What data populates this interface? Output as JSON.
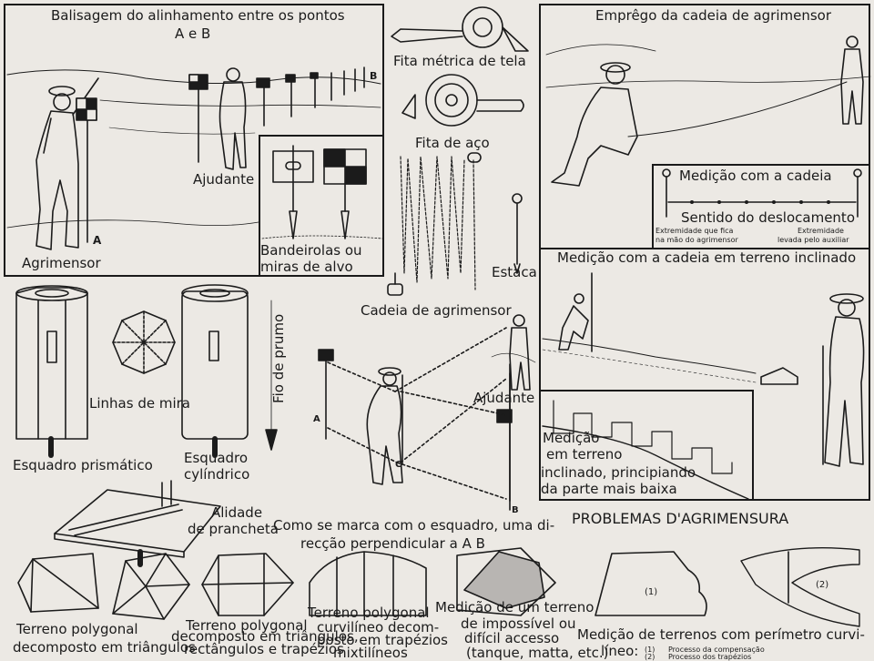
{
  "panel_balisagem": {
    "title_line1": "Balisagem do alinhamento entre os pontos",
    "title_line2": "A e B",
    "label_agrimensor": "Agrimensor",
    "label_ajudante": "Ajudante",
    "label_point_a": "A",
    "label_point_b": "B",
    "label_bandeirolas_1": "Bandeirolas ou",
    "label_bandeirolas_2": "miras de alvo"
  },
  "panel_fitas": {
    "label_fita_metrica": "Fita métrica de tela",
    "label_fita_aco": "Fita de aço",
    "label_estaca": "Estaca",
    "label_cadeia": "Cadeia de agrimensor"
  },
  "panel_cadeia": {
    "title": "Emprêgo da cadeia de agrimensor",
    "inset_title": "Medição com a cadeia",
    "inset_direction": "Sentido do deslocamento",
    "inset_left_1": "Extremidade que fica",
    "inset_left_2": "na mão do agrimensor",
    "inset_right_1": "Extremidade",
    "inset_right_2": "levada pelo auxiliar"
  },
  "panel_inclinado": {
    "title": "Medição com a cadeia em terreno inclinado",
    "inset_1": "Medição",
    "inset_2": "em terreno",
    "inset_3": "inclinado, principiando",
    "inset_4": "da parte mais baixa"
  },
  "panel_esquadros": {
    "label_esq_prismatico": "Esquadro prismático",
    "label_linhas_mira": "Linhas de mira",
    "label_esq_cyl_1": "Esquadro",
    "label_esq_cyl_2": "cylíndrico",
    "label_fio_prumo": "Fio de prumo",
    "label_alidade_1": "Alidade",
    "label_alidade_2": "de prancheta"
  },
  "panel_perpendicular": {
    "label_ajudante": "Ajudante",
    "label_a": "A",
    "label_b": "B",
    "label_c": "C",
    "caption_1": "Como se marca com o esquadro, uma di-",
    "caption_2": "recção perpendicular a A B"
  },
  "panel_problemas": {
    "title": "PROBLEMAS D'AGRIMENSURA",
    "fig1_label": "(1)",
    "fig2_label": "(2)",
    "cap_tri_1": "Terreno polygonal",
    "cap_tri_2": "decomposto em triângulos",
    "cap_rect_1": "Terreno polygonal",
    "cap_rect_2": "decomposto em triângulos,",
    "cap_rect_3": "rectângulos e trapézios",
    "cap_curv_1": "Terreno polygonal",
    "cap_curv_2": "curvilíneo decom-",
    "cap_curv_3": "posto em trapézios",
    "cap_curv_4": "mixtilíneos",
    "cap_imp_1": "Medição de um terreno",
    "cap_imp_2": "de impossível ou",
    "cap_imp_3": "difícil accesso",
    "cap_imp_4": "(tanque, matta, etc.)",
    "cap_per_1": "Medição de terrenos com perímetro curvi-",
    "cap_per_2": "líneo:",
    "cap_per_item1_num": "(1)",
    "cap_per_item1": "Processo da compensação",
    "cap_per_item2_num": "(2)",
    "cap_per_item2": "Processo dos trapézios"
  },
  "colors": {
    "ink": "#1b1b1b",
    "paper": "#ece9e4"
  }
}
